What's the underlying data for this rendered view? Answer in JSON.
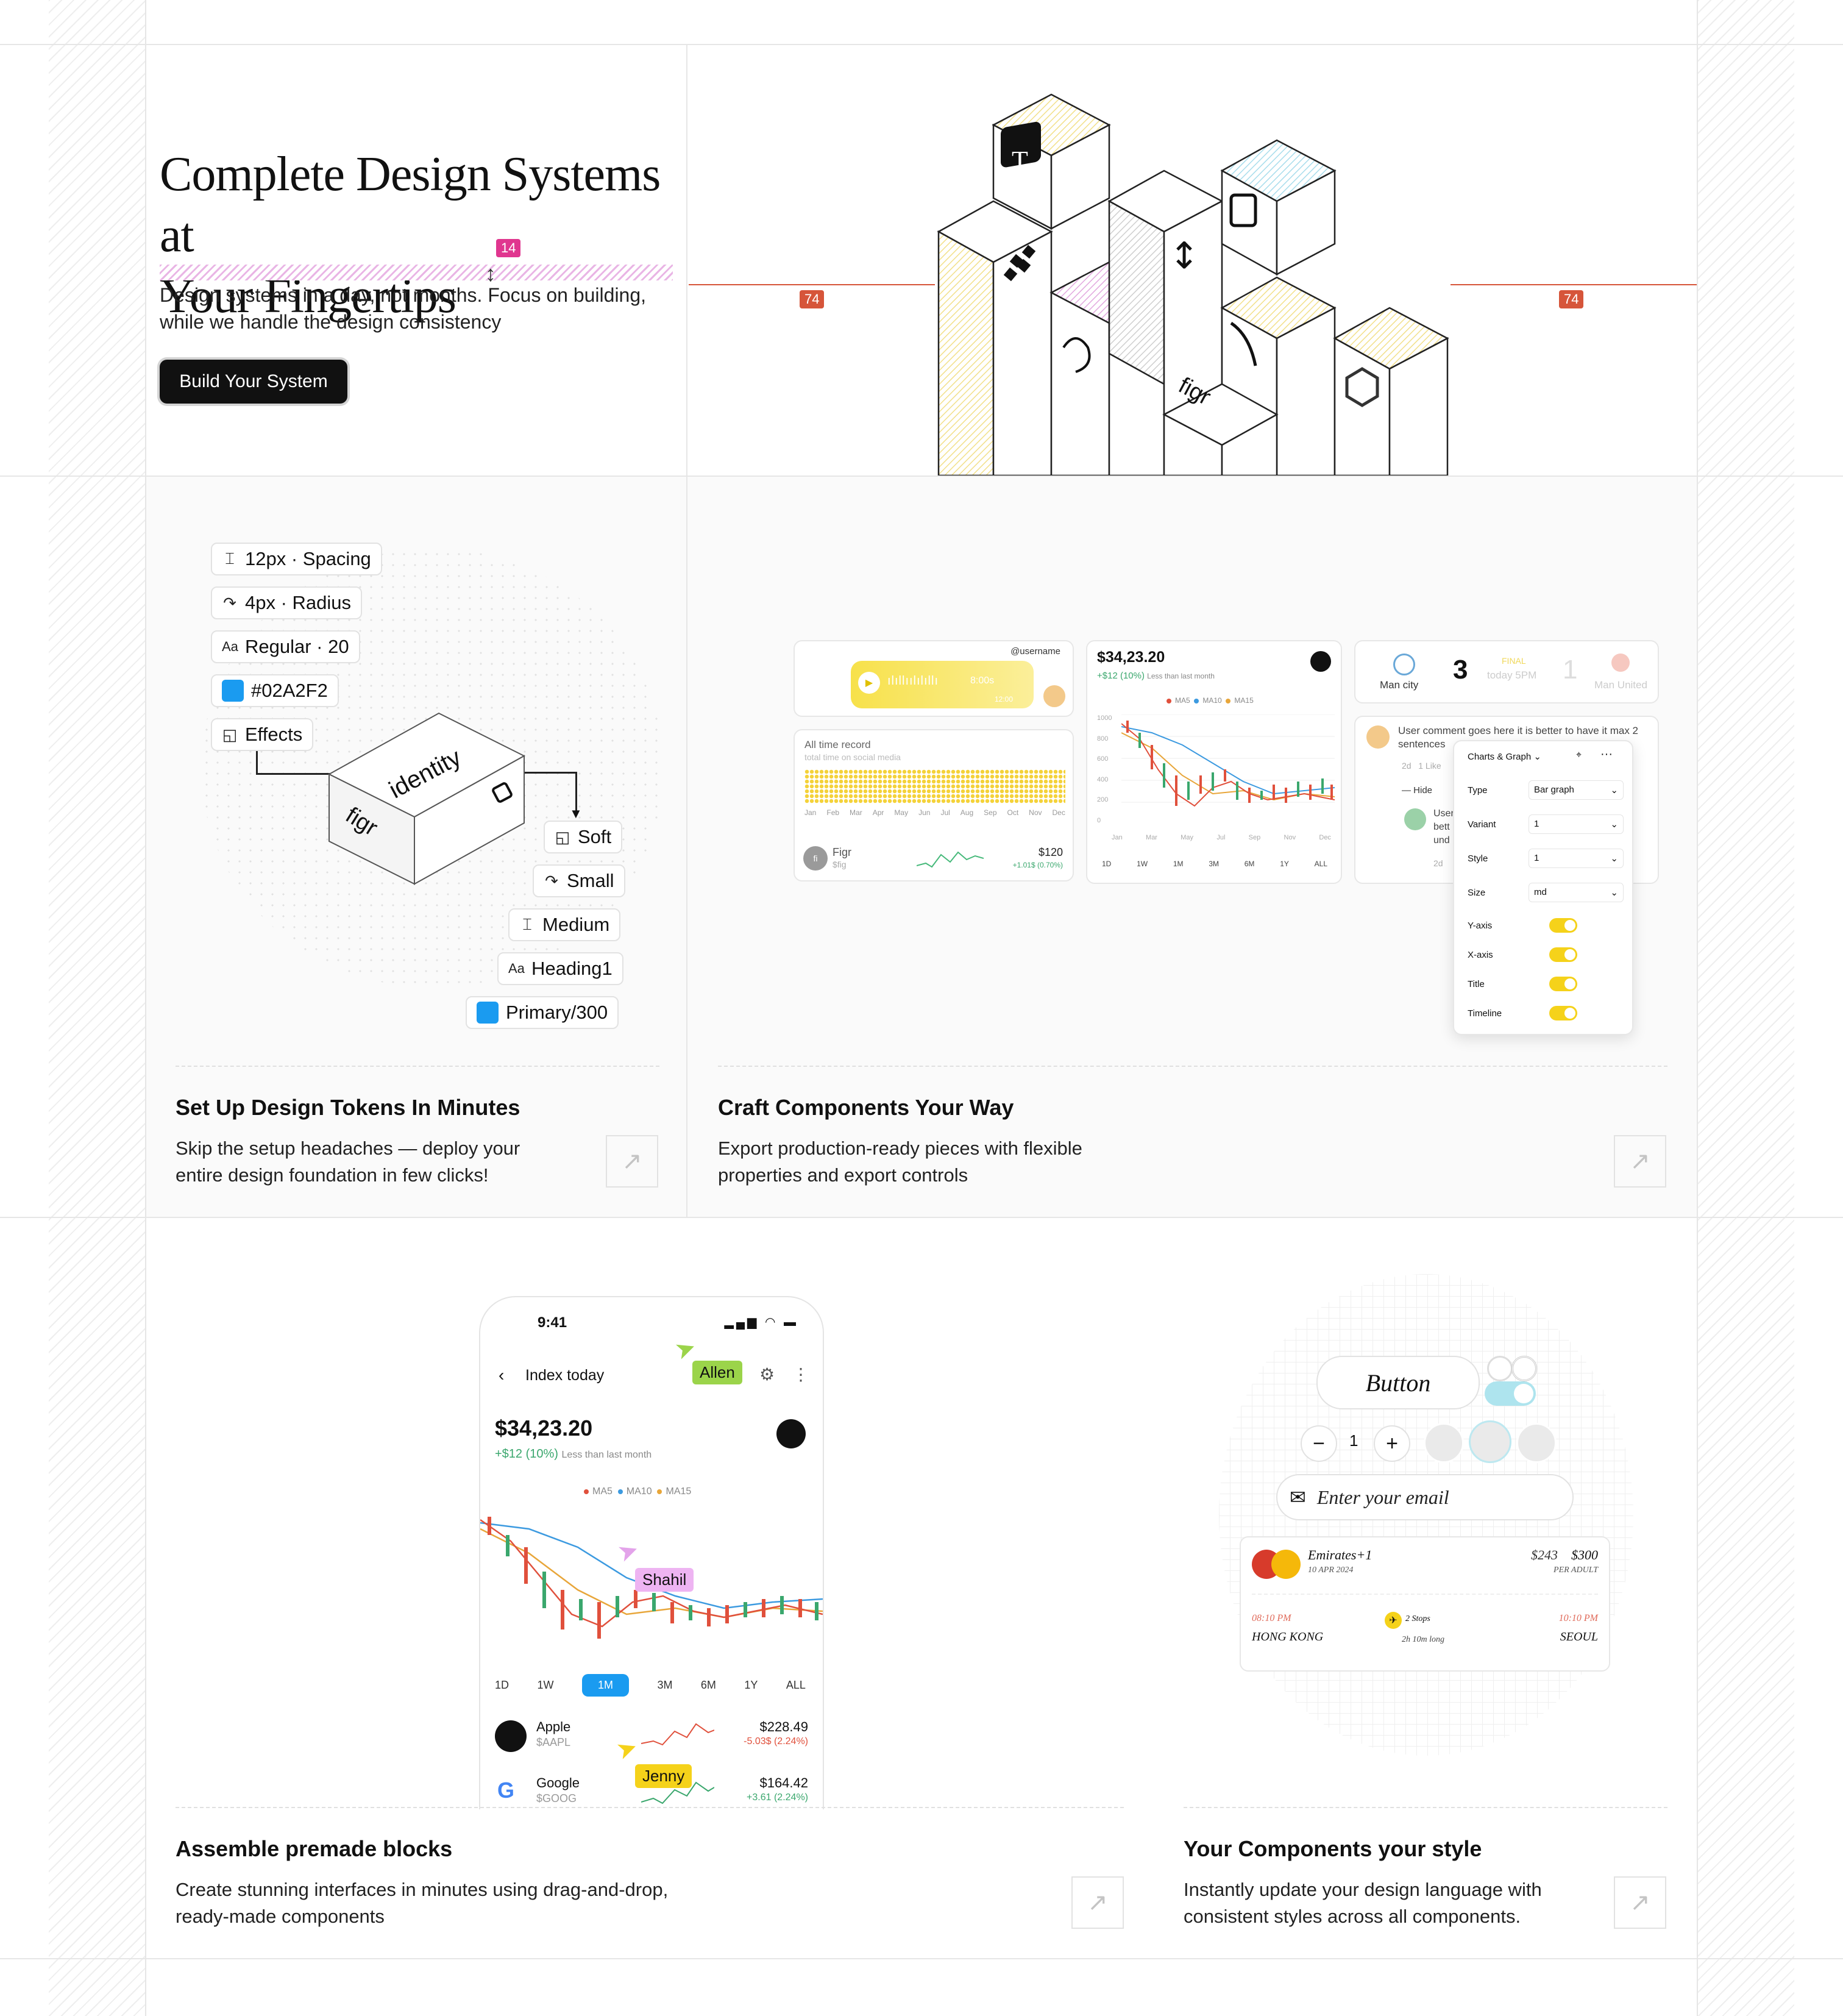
{
  "hero": {
    "title_line1": "Complete Design Systems at",
    "title_line2": "Your Fingertips",
    "subtitle": "Design systems in a day, not months. Focus on building, while we handle the design consistency",
    "cta_label": "Build Your System",
    "spacing_badge": "14",
    "measure_left": "74",
    "measure_right": "74"
  },
  "tokens_card": {
    "chips_left": [
      {
        "icon": "spacing-icon",
        "label": "12px · Spacing"
      },
      {
        "icon": "radius-icon",
        "label": "4px · Radius"
      },
      {
        "icon": "type-icon",
        "label": "Regular · 20"
      },
      {
        "icon": "color-swatch",
        "label": "#02A2F2"
      },
      {
        "icon": "effects-icon",
        "label": "Effects"
      }
    ],
    "chips_right": [
      {
        "icon": "effects-icon",
        "label": "Soft"
      },
      {
        "icon": "radius-icon",
        "label": "Small"
      },
      {
        "icon": "spacing-icon",
        "label": "Medium"
      },
      {
        "icon": "type-icon",
        "label": "Heading1"
      },
      {
        "icon": "color-swatch",
        "label": "Primary/300"
      }
    ],
    "box_top_text": "identity",
    "box_side_text": "figr",
    "title": "Set Up Design Tokens In Minutes",
    "description": "Skip the setup headaches — deploy your entire design foundation in few clicks!",
    "swatch_color": "#1A9BF0"
  },
  "components_card": {
    "title": "Craft Components Your Way",
    "description": "Export production-ready pieces with flexible properties and export controls",
    "chat": {
      "username": "@username",
      "duration": "8:00s",
      "time": "12:00"
    },
    "stats": {
      "label": "All time record",
      "sublabel": "total time on social media",
      "months": [
        "Jan",
        "Feb",
        "Mar",
        "Apr",
        "May",
        "Jun",
        "Jul",
        "Aug",
        "Sep",
        "Oct",
        "Nov",
        "Dec"
      ],
      "ticker_name": "Figr",
      "ticker_symbol": "$fig",
      "ticker_price": "$120",
      "ticker_change": "+1.01$ (0.70%)"
    },
    "stock": {
      "price": "$34,23.20",
      "change": "+$12 (10%)",
      "change_note": "Less than last month",
      "legend": [
        "MA5",
        "MA10",
        "MA15"
      ],
      "yticks": [
        "1000",
        "800",
        "600",
        "400",
        "200",
        "0"
      ],
      "months": [
        "Jan",
        "Mar",
        "May",
        "Jul",
        "Sep",
        "Nov",
        "Dec"
      ],
      "ranges": [
        "1D",
        "1W",
        "1M",
        "3M",
        "6M",
        "1Y",
        "ALL"
      ]
    },
    "score": {
      "home": "Man city",
      "home_score": "3",
      "status": "FINAL",
      "time": "today 5PM",
      "away_score": "1",
      "away": "Man United"
    },
    "comment": {
      "text": "User comment goes here it is better to have it max 2 sentences",
      "meta": "2d   1 Like",
      "hide": "Hide",
      "reply_user": "User",
      "reply_text1": "bett",
      "reply_text2": "und",
      "reply_time": "2d"
    },
    "props": {
      "title": "Charts & Graph",
      "rows": [
        {
          "label": "Type",
          "value": "Bar graph"
        },
        {
          "label": "Variant",
          "value": "1"
        },
        {
          "label": "Style",
          "value": "1"
        },
        {
          "label": "Size",
          "value": "md"
        }
      ],
      "toggles": [
        "Y-axis",
        "X-axis",
        "Title",
        "Timeline"
      ]
    }
  },
  "blocks_card": {
    "title": "Assemble premade blocks",
    "description": "Create stunning interfaces in minutes using drag-and-drop, ready-made components",
    "phone": {
      "time": "9:41",
      "header": "Index today",
      "price": "$34,23.20",
      "change": "+$12 (10%)",
      "change_note": "Less than last month",
      "legend": [
        "MA5",
        "MA10",
        "MA15"
      ],
      "ranges": [
        "1D",
        "1W",
        "1M",
        "3M",
        "6M",
        "1Y",
        "ALL"
      ],
      "active_range": "1M",
      "stocks": [
        {
          "name": "Apple",
          "symbol": "$AAPL",
          "price": "$228.49",
          "change": "-5.03$ (2.24%)"
        },
        {
          "name": "Google",
          "symbol": "$GOOG",
          "price": "$164.42",
          "change": "+3.61 (2.24%)"
        }
      ]
    },
    "cursors": {
      "allen": "Allen",
      "shahil": "Shahil",
      "jenny": "Jenny"
    }
  },
  "style_card": {
    "title": "Your Components your style",
    "description": "Instantly update your design language with consistent styles across all components.",
    "button_label": "Button",
    "stepper_value": "1",
    "stepper_minus": "−",
    "stepper_plus": "+",
    "email_placeholder": "Enter your email",
    "flight": {
      "airline": "Emirates+1",
      "date": "10 APR 2024",
      "price_old": "$243",
      "price": "$300",
      "per": "PER ADULT",
      "dep_time": "08:10 PM",
      "dep_city": "HONG KONG",
      "stops": "2 Stops",
      "duration": "2h 10m long",
      "arr_time": "10:10 PM",
      "arr_city": "SEOUL"
    }
  }
}
